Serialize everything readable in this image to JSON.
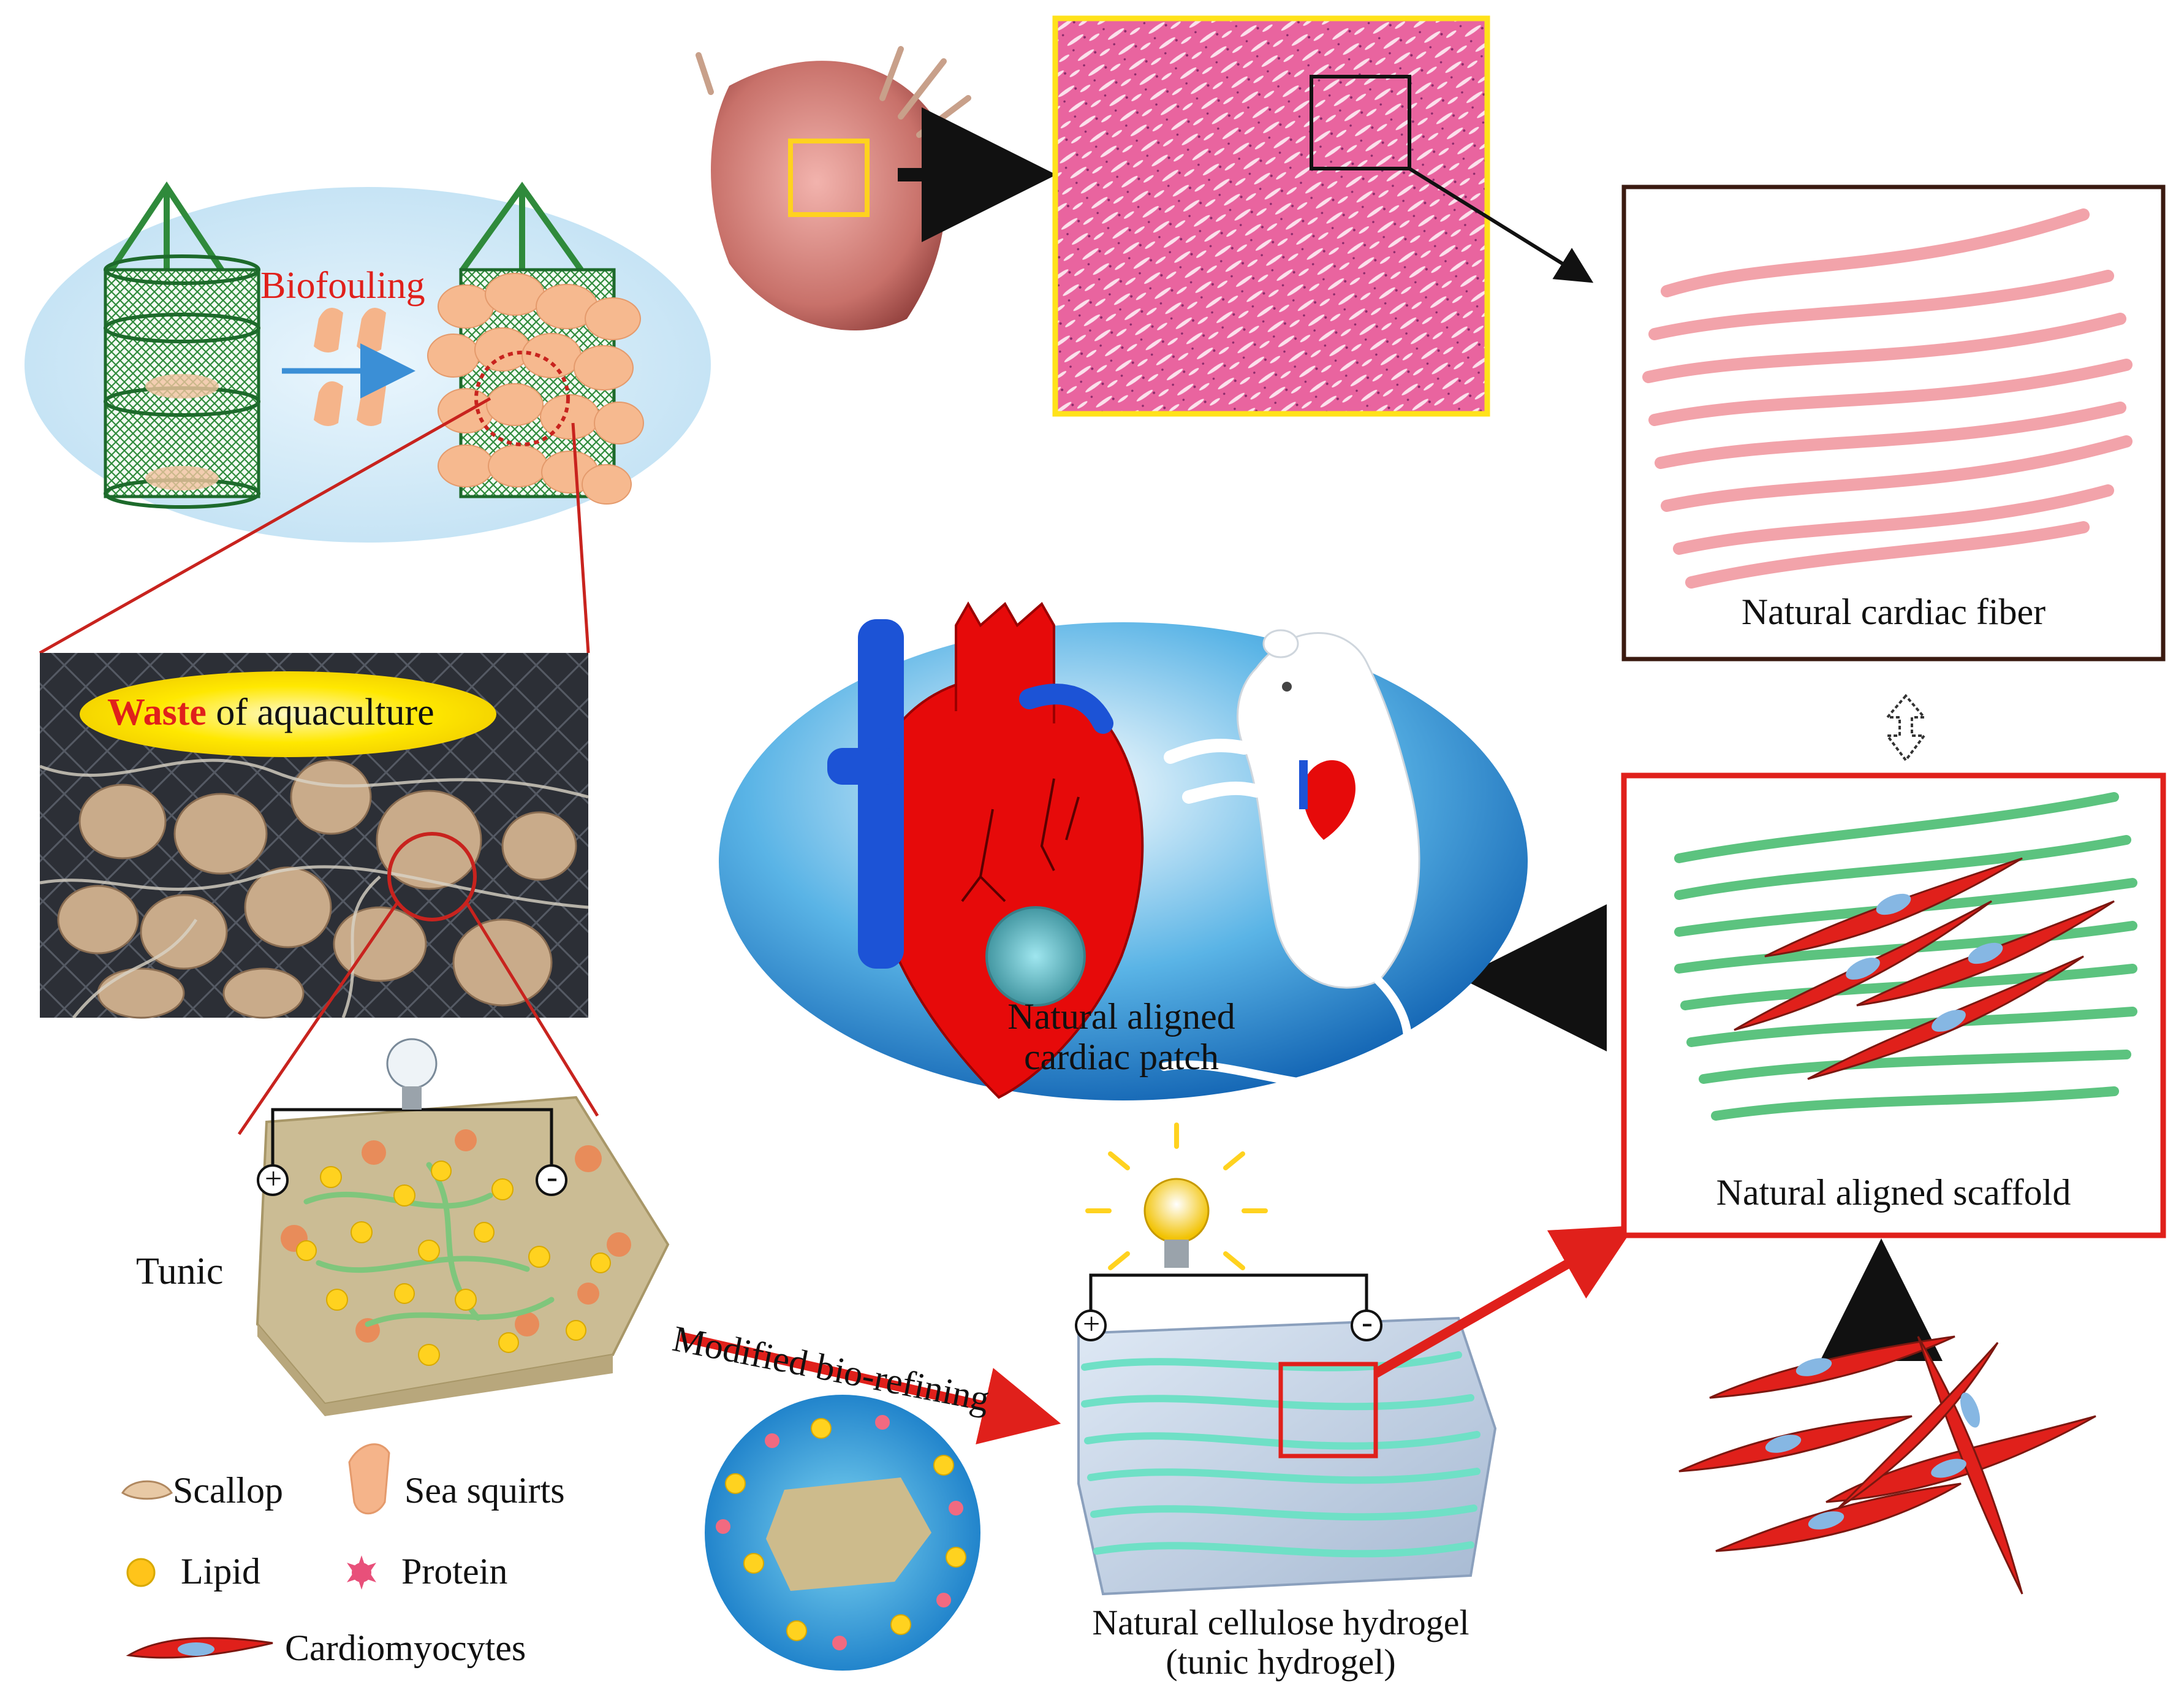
{
  "labels": {
    "biofouling": "Biofouling",
    "waste_word": "Waste",
    "waste_rest": "of aquaculture",
    "tunic": "Tunic",
    "modified_biorefining": "Modified bio-refining",
    "natural_cardiac_fiber": "Natural cardiac fiber",
    "natural_aligned_scaffold": "Natural aligned scaffold",
    "natural_aligned_cardiac_patch_line1": "Natural aligned",
    "natural_aligned_cardiac_patch_line2": "cardiac patch",
    "hydrogel_line1": "Natural cellulose hydrogel",
    "hydrogel_line2": "(tunic hydrogel)",
    "plus": "+",
    "minus": "-"
  },
  "legend": {
    "scallop": "Scallop",
    "sea_squirts": "Sea squirts",
    "lipid": "Lipid",
    "protein": "Protein",
    "cardiomyocytes": "Cardiomyocytes"
  },
  "colors": {
    "red_accent": "#e0201b",
    "yellow_frame": "#ffe21a",
    "pink_fiber": "#f2a3aa",
    "green_fiber": "#5cc37f",
    "teal_fiber": "#6fe0c6",
    "ellipse_blue": "#c9e7f6",
    "dark_arrow": "#2a0d05"
  }
}
